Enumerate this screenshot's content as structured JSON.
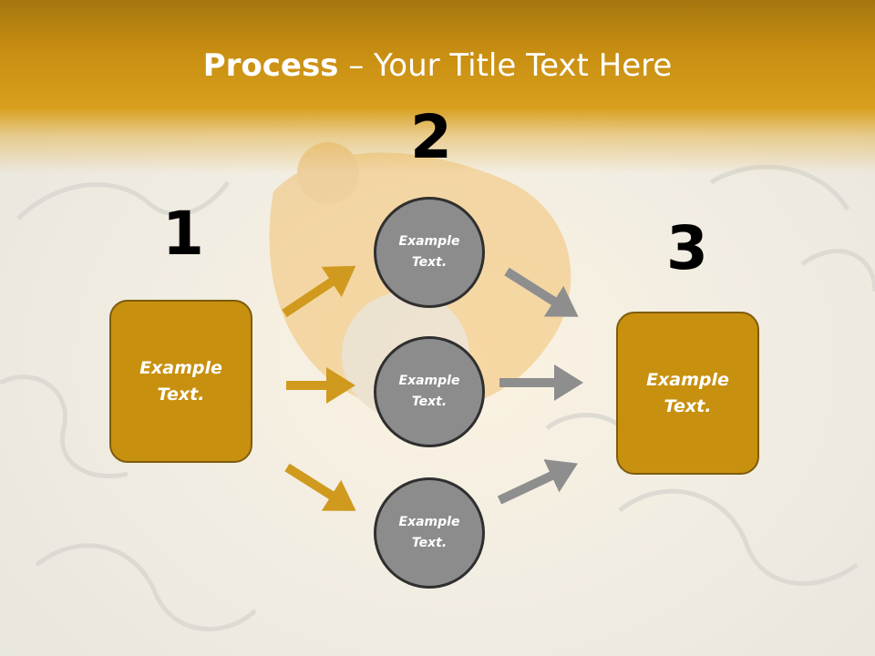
{
  "title": {
    "bold": "Process",
    "rest": " – Your Title Text Here"
  },
  "steps": [
    {
      "number": "1",
      "box_text": "Example Text."
    },
    {
      "number": "2",
      "circles": [
        "Example Text.",
        "Example Text.",
        "Example Text."
      ]
    },
    {
      "number": "3",
      "box_text": "Example Text."
    }
  ],
  "colors": {
    "gold": "#c8900f",
    "banner": "#c88e12",
    "circle": "#8c8c8c",
    "gold_arrow": "#cf9a1e",
    "gray_arrow": "#8e8e8e"
  }
}
